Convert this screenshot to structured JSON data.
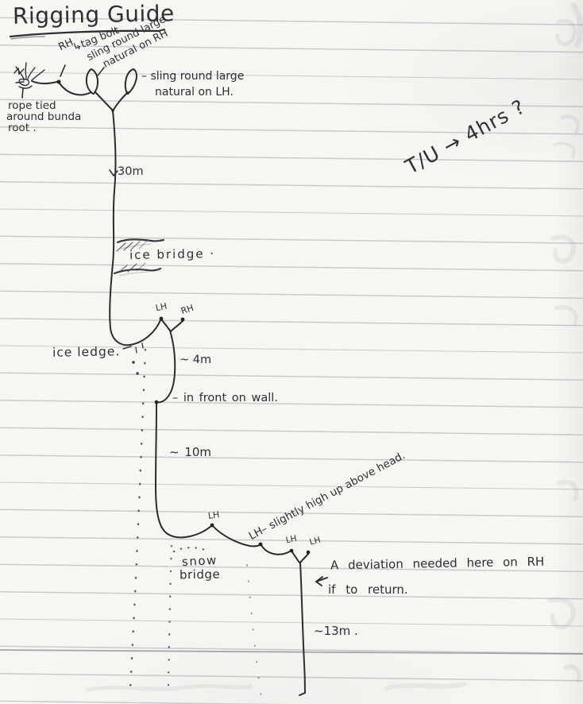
{
  "title": "Rigging Guide",
  "side_note": "T/U → 4hrs ?",
  "top_anchor": {
    "root_note_1": "rope tied",
    "root_note_2": "around bunda",
    "root_note_3": "root .",
    "bolt_rh": "RH",
    "bolt_label": "↳tag bolt",
    "sling_rh_1": "sling round large",
    "sling_rh_2": "natural on RH",
    "sling_lh_1": "– sling round large",
    "sling_lh_2": "natural on LH."
  },
  "pitch1": {
    "length": "30m",
    "feature": "ice bridge ·"
  },
  "ice_ledge": {
    "name": "ice ledge.",
    "anchor_left": "LH",
    "anchor_right": "RH",
    "drop": "~ 4m",
    "note": "– in front on wall."
  },
  "pitch2": {
    "length": "~ 10m"
  },
  "traverse": {
    "anchor_1": "LH",
    "anchor_2_note": "LH– slightly high up above head.",
    "anchor_3": "LH",
    "anchor_4": "LH",
    "feature_1": "snow",
    "feature_2": "bridge",
    "deviation_1": "A deviation needed here on RH",
    "deviation_2": "if to return."
  },
  "pitch3": {
    "length": "~13m ."
  }
}
